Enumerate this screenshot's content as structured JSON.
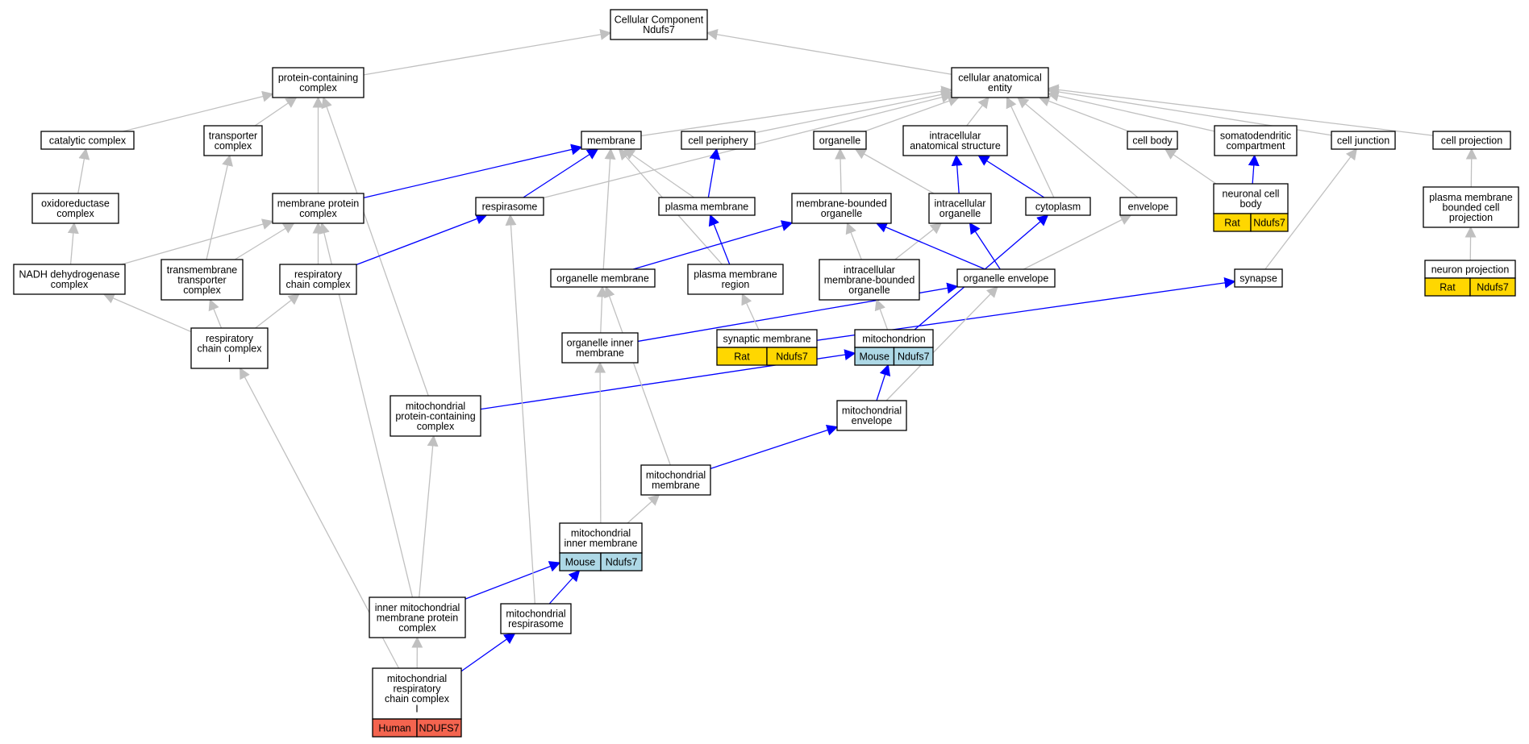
{
  "colors": {
    "gray_edge": "#c0c0c0",
    "blue_edge": "#0000ff",
    "rat": "#ffd700",
    "mouse": "#add8e6",
    "human": "#f4644f"
  },
  "nodes": {
    "root": [
      "Cellular Component",
      "Ndufs7"
    ],
    "protcomplex": [
      "protein-containing",
      "complex"
    ],
    "cae": [
      "cellular anatomical",
      "entity"
    ],
    "catalytic": [
      "catalytic complex"
    ],
    "transporter": [
      "transporter",
      "complex"
    ],
    "membrane": [
      "membrane"
    ],
    "cellperiph": [
      "cell periphery"
    ],
    "organelle": [
      "organelle"
    ],
    "intracell": [
      "intracellular",
      "anatomical structure"
    ],
    "cellbody": [
      "cell body"
    ],
    "somato": [
      "somatodendritic",
      "compartment"
    ],
    "celljunc": [
      "cell junction"
    ],
    "cellproj": [
      "cell projection"
    ],
    "oxido": [
      "oxidoreductase",
      "complex"
    ],
    "memprot": [
      "membrane protein",
      "complex"
    ],
    "respirasome": [
      "respirasome"
    ],
    "plasmamem": [
      "plasma membrane"
    ],
    "membound": [
      "membrane-bounded",
      "organelle"
    ],
    "icorg": [
      "intracellular",
      "organelle"
    ],
    "cytoplasm": [
      "cytoplasm"
    ],
    "envelope": [
      "envelope"
    ],
    "neuronbody": [
      "neuronal cell",
      "body"
    ],
    "pmbcp": [
      "plasma membrane",
      "bounded cell",
      "projection"
    ],
    "nadh": [
      "NADH dehydrogenase",
      "complex"
    ],
    "tmtrans": [
      "transmembrane",
      "transporter",
      "complex"
    ],
    "rcc": [
      "respiratory",
      "chain complex"
    ],
    "orgmem": [
      "organelle membrane"
    ],
    "pmregion": [
      "plasma membrane",
      "region"
    ],
    "icmbo": [
      "intracellular",
      "membrane-bounded",
      "organelle"
    ],
    "orgenv": [
      "organelle envelope"
    ],
    "synapse": [
      "synapse"
    ],
    "neuronproj": [
      "neuron projection"
    ],
    "rcc1": [
      "respiratory",
      "chain complex",
      "I"
    ],
    "orginner": [
      "organelle inner",
      "membrane"
    ],
    "synmem": [
      "synaptic membrane"
    ],
    "mito": [
      "mitochondrion"
    ],
    "mitopcc": [
      "mitochondrial",
      "protein-containing",
      "complex"
    ],
    "mitoenv": [
      "mitochondrial",
      "envelope"
    ],
    "mitomem": [
      "mitochondrial",
      "membrane"
    ],
    "mitoinner": [
      "mitochondrial",
      "inner membrane"
    ],
    "imm": [
      "inner mitochondrial",
      "membrane protein",
      "complex"
    ],
    "mitoresp": [
      "mitochondrial",
      "respirasome"
    ],
    "mrcc1": [
      "mitochondrial",
      "respiratory",
      "chain complex",
      "I"
    ]
  },
  "annotations": {
    "neuronbody": [
      {
        "species": "Rat",
        "gene": "Ndufs7"
      }
    ],
    "neuronproj": [
      {
        "species": "Rat",
        "gene": "Ndufs7"
      }
    ],
    "synmem": [
      {
        "species": "Rat",
        "gene": "Ndufs7"
      }
    ],
    "mito": [
      {
        "species": "Mouse",
        "gene": "Ndufs7"
      }
    ],
    "mitoinner": [
      {
        "species": "Mouse",
        "gene": "Ndufs7"
      }
    ],
    "mrcc1": [
      {
        "species": "Human",
        "gene": "NDUFS7"
      }
    ]
  },
  "edges": [
    {
      "from": "protcomplex",
      "to": "root",
      "type": "gray"
    },
    {
      "from": "cae",
      "to": "root",
      "type": "gray"
    },
    {
      "from": "catalytic",
      "to": "protcomplex",
      "type": "gray"
    },
    {
      "from": "transporter",
      "to": "protcomplex",
      "type": "gray"
    },
    {
      "from": "memprot",
      "to": "protcomplex",
      "type": "gray"
    },
    {
      "from": "mitopcc",
      "to": "protcomplex",
      "type": "gray"
    },
    {
      "from": "membrane",
      "to": "cae",
      "type": "gray"
    },
    {
      "from": "cellperiph",
      "to": "cae",
      "type": "gray"
    },
    {
      "from": "organelle",
      "to": "cae",
      "type": "gray"
    },
    {
      "from": "intracell",
      "to": "cae",
      "type": "gray"
    },
    {
      "from": "cellbody",
      "to": "cae",
      "type": "gray"
    },
    {
      "from": "somato",
      "to": "cae",
      "type": "gray"
    },
    {
      "from": "celljunc",
      "to": "cae",
      "type": "gray"
    },
    {
      "from": "cellproj",
      "to": "cae",
      "type": "gray"
    },
    {
      "from": "respirasome",
      "to": "cae",
      "type": "gray"
    },
    {
      "from": "cytoplasm",
      "to": "cae",
      "type": "gray"
    },
    {
      "from": "envelope",
      "to": "cae",
      "type": "gray"
    },
    {
      "from": "oxido",
      "to": "catalytic",
      "type": "gray"
    },
    {
      "from": "nadh",
      "to": "oxido",
      "type": "gray"
    },
    {
      "from": "nadh",
      "to": "memprot",
      "type": "gray"
    },
    {
      "from": "tmtrans",
      "to": "transporter",
      "type": "gray"
    },
    {
      "from": "tmtrans",
      "to": "memprot",
      "type": "gray"
    },
    {
      "from": "rcc",
      "to": "memprot",
      "type": "gray"
    },
    {
      "from": "memprot",
      "to": "membrane",
      "type": "blue"
    },
    {
      "from": "respirasome",
      "to": "membrane",
      "type": "blue"
    },
    {
      "from": "rcc",
      "to": "respirasome",
      "type": "blue"
    },
    {
      "from": "plasmamem",
      "to": "cellperiph",
      "type": "blue"
    },
    {
      "from": "plasmamem",
      "to": "membrane",
      "type": "gray"
    },
    {
      "from": "orgmem",
      "to": "membrane",
      "type": "gray"
    },
    {
      "from": "pmregion",
      "to": "membrane",
      "type": "gray"
    },
    {
      "from": "pmregion",
      "to": "plasmamem",
      "type": "blue"
    },
    {
      "from": "orgmem",
      "to": "membound",
      "type": "blue"
    },
    {
      "from": "membound",
      "to": "organelle",
      "type": "gray"
    },
    {
      "from": "icorg",
      "to": "organelle",
      "type": "gray"
    },
    {
      "from": "icorg",
      "to": "intracell",
      "type": "blue"
    },
    {
      "from": "cytoplasm",
      "to": "intracell",
      "type": "blue"
    },
    {
      "from": "icmbo",
      "to": "membound",
      "type": "gray"
    },
    {
      "from": "icmbo",
      "to": "icorg",
      "type": "gray"
    },
    {
      "from": "orgenv",
      "to": "membound",
      "type": "blue"
    },
    {
      "from": "orgenv",
      "to": "icorg",
      "type": "blue"
    },
    {
      "from": "orgenv",
      "to": "envelope",
      "type": "gray"
    },
    {
      "from": "neuronbody",
      "to": "cellbody",
      "type": "gray"
    },
    {
      "from": "neuronbody",
      "to": "somato",
      "type": "blue"
    },
    {
      "from": "pmbcp",
      "to": "cellproj",
      "type": "gray"
    },
    {
      "from": "neuronproj",
      "to": "pmbcp",
      "type": "gray"
    },
    {
      "from": "synapse",
      "to": "celljunc",
      "type": "gray"
    },
    {
      "from": "rcc1",
      "to": "nadh",
      "type": "gray"
    },
    {
      "from": "rcc1",
      "to": "tmtrans",
      "type": "gray"
    },
    {
      "from": "rcc1",
      "to": "rcc",
      "type": "gray"
    },
    {
      "from": "orginner",
      "to": "orgmem",
      "type": "gray"
    },
    {
      "from": "orginner",
      "to": "orgenv",
      "type": "blue"
    },
    {
      "from": "synmem",
      "to": "pmregion",
      "type": "gray"
    },
    {
      "from": "synmem",
      "to": "synapse",
      "type": "blue"
    },
    {
      "from": "mito",
      "to": "icmbo",
      "type": "gray"
    },
    {
      "from": "mito",
      "to": "cytoplasm",
      "type": "blue"
    },
    {
      "from": "mitopcc",
      "to": "mito",
      "type": "blue"
    },
    {
      "from": "mitoenv",
      "to": "mito",
      "type": "blue"
    },
    {
      "from": "mitoenv",
      "to": "orgenv",
      "type": "gray"
    },
    {
      "from": "mitomem",
      "to": "mitoenv",
      "type": "blue"
    },
    {
      "from": "mitomem",
      "to": "orgmem",
      "type": "gray"
    },
    {
      "from": "mitoinner",
      "to": "orginner",
      "type": "gray"
    },
    {
      "from": "mitoinner",
      "to": "mitomem",
      "type": "gray"
    },
    {
      "from": "imm",
      "to": "mitoinner",
      "type": "blue"
    },
    {
      "from": "imm",
      "to": "mitopcc",
      "type": "gray"
    },
    {
      "from": "imm",
      "to": "memprot",
      "type": "gray"
    },
    {
      "from": "mitoresp",
      "to": "mitoinner",
      "type": "blue"
    },
    {
      "from": "mitoresp",
      "to": "respirasome",
      "type": "gray"
    },
    {
      "from": "mrcc1",
      "to": "imm",
      "type": "gray"
    },
    {
      "from": "mrcc1",
      "to": "mitoresp",
      "type": "blue"
    },
    {
      "from": "mrcc1",
      "to": "rcc1",
      "type": "gray"
    }
  ]
}
